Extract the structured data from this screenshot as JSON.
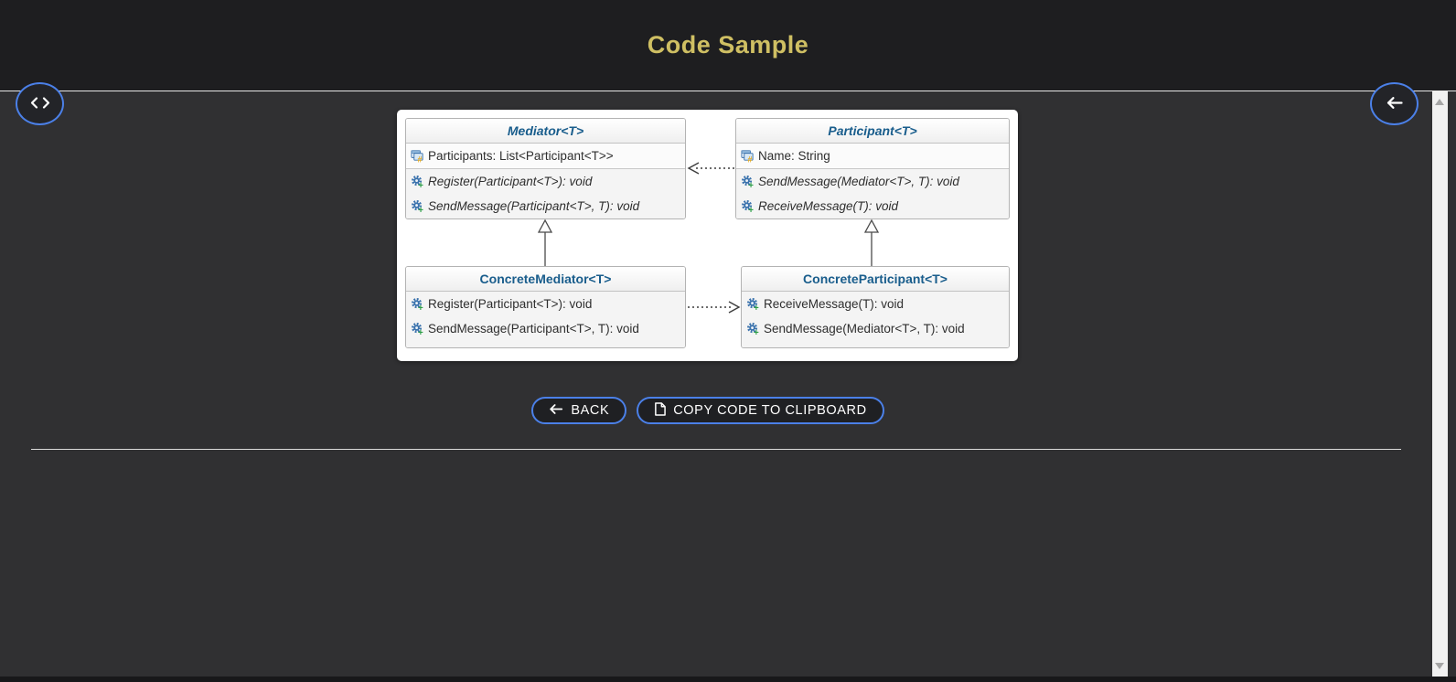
{
  "header": {
    "title": "Code Sample"
  },
  "fabs": {
    "code_toggle_icon": "code-icon",
    "back_icon": "arrow-left-icon"
  },
  "diagram": {
    "classes": [
      {
        "name": "Mediator<T>",
        "stereotype": "abstract",
        "fields": [
          "Participants: List<Participant<T>>"
        ],
        "methods": [
          "Register(Participant<T>): void",
          "SendMessage(Participant<T>, T): void"
        ]
      },
      {
        "name": "Participant<T>",
        "stereotype": "abstract",
        "fields": [
          "Name: String"
        ],
        "methods": [
          "SendMessage(Mediator<T>, T): void",
          "ReceiveMessage(T): void"
        ]
      },
      {
        "name": "ConcreteMediator<T>",
        "stereotype": "concrete",
        "fields": [],
        "methods": [
          "Register(Participant<T>): void",
          "SendMessage(Participant<T>, T): void"
        ]
      },
      {
        "name": "ConcreteParticipant<T>",
        "stereotype": "concrete",
        "fields": [],
        "methods": [
          "ReceiveMessage(T): void",
          "SendMessage(Mediator<T>, T): void"
        ]
      }
    ],
    "relationships": [
      {
        "type": "inheritance",
        "from": "ConcreteMediator<T>",
        "to": "Mediator<T>"
      },
      {
        "type": "inheritance",
        "from": "ConcreteParticipant<T>",
        "to": "Participant<T>"
      },
      {
        "type": "dotted-dependency",
        "from": "Participant<T>",
        "to": "Mediator<T>"
      },
      {
        "type": "dotted-dependency",
        "from": "ConcreteMediator<T>",
        "to": "ConcreteParticipant<T>"
      }
    ]
  },
  "actions": {
    "back_label": "BACK",
    "copy_label": "COPY CODE TO CLIPBOARD"
  },
  "colors": {
    "title_gold": "#cfbf63",
    "accent_blue": "#4b80e8",
    "class_name_blue": "#195d8c",
    "icon_blue": "#3a72ad",
    "icon_yellow": "#e8a813",
    "icon_green": "#2d9e47",
    "header_bg": "#1e1e20",
    "content_bg": "#303032",
    "card_bg": "#ffffff",
    "scrollbar_track": "#f1f1f1"
  }
}
